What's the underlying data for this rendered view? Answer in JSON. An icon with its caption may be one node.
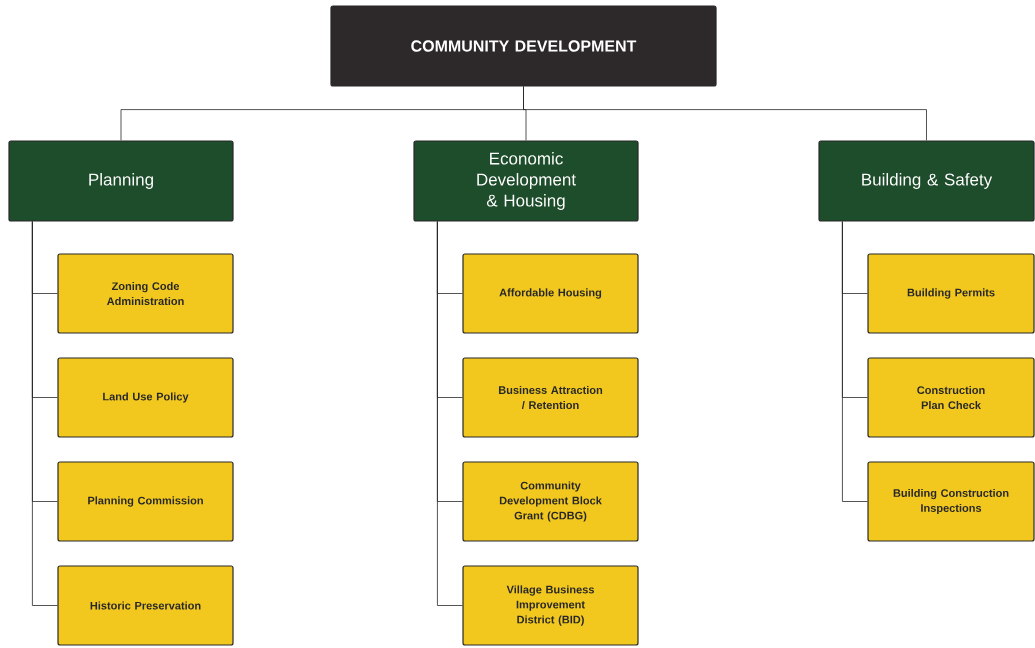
{
  "diagram": {
    "nodes": [
      {
        "text": [
          "COMMUNITY DEVELOPMENT"
        ]
      },
      {
        "text": [
          "Planning"
        ]
      },
      {
        "text": [
          "Economic Development & Housing"
        ]
      },
      {
        "text": [
          "Building & Safety"
        ]
      },
      {
        "text": [
          "Zoning Code Administration"
        ]
      },
      {
        "text": [
          "Land Use Policy"
        ]
      },
      {
        "text": [
          "Planning Commission"
        ]
      },
      {
        "text": [
          "Historic Preservation"
        ]
      },
      {
        "text": [
          "Affordable Housing"
        ]
      },
      {
        "text": [
          "Business Attraction / Retention"
        ]
      },
      {
        "text": [
          "Community Development Block Grant (CDBG)"
        ]
      },
      {
        "text": [
          "Village Business Improvement District (BID)"
        ]
      },
      {
        "text": [
          "Building Permits"
        ]
      },
      {
        "text": [
          "Construction Plan Check"
        ]
      },
      {
        "text": [
          "Building Construction Inspections"
        ]
      }
    ],
    "edges": [
      {
        "from": 0,
        "to": 1,
        "arrow": "none"
      },
      {
        "from": 0,
        "to": 2,
        "arrow": "none"
      },
      {
        "from": 0,
        "to": 3,
        "arrow": "none"
      },
      {
        "from": 1,
        "to": 4,
        "arrow": "none"
      },
      {
        "from": 1,
        "to": 5,
        "arrow": "none"
      },
      {
        "from": 1,
        "to": 6,
        "arrow": "none"
      },
      {
        "from": 1,
        "to": 7,
        "arrow": "none"
      },
      {
        "from": 2,
        "to": 8,
        "arrow": "none"
      },
      {
        "from": 2,
        "to": 9,
        "arrow": "none"
      },
      {
        "from": 2,
        "to": 10,
        "arrow": "none"
      },
      {
        "from": 2,
        "to": 11,
        "arrow": "none"
      },
      {
        "from": 3,
        "to": 12,
        "arrow": "none"
      },
      {
        "from": 3,
        "to": 13,
        "arrow": "none"
      },
      {
        "from": 3,
        "to": 14,
        "arrow": "none"
      }
    ]
  }
}
